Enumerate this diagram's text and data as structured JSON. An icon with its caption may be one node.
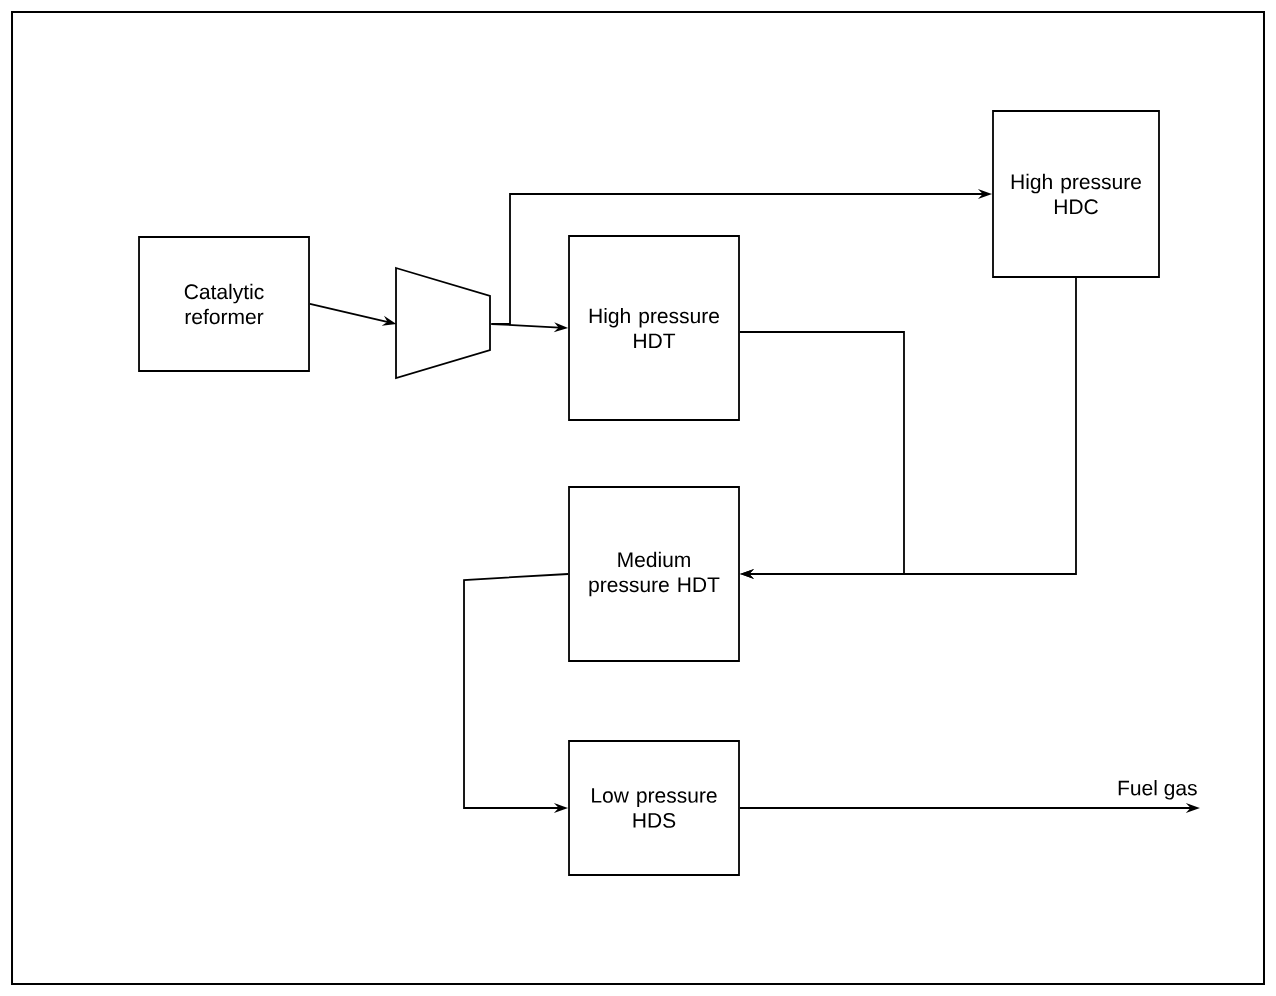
{
  "diagram": {
    "nodes": [
      {
        "text": [
          "Catalytic reformer"
        ]
      },
      {
        "text": [],
        "shape": "trapezoid"
      },
      {
        "text": [
          "High pressure HDT"
        ]
      },
      {
        "text": [
          "High pressure HDC"
        ]
      },
      {
        "text": [
          "Medium pressure HDT"
        ]
      },
      {
        "text": [
          "Low pressure HDS"
        ]
      }
    ],
    "edges": [
      {
        "from": 0,
        "to": 1,
        "arrow": "to"
      },
      {
        "from": 1,
        "to": 2,
        "arrow": "to"
      },
      {
        "from": 1,
        "to": 3,
        "arrow": "to"
      },
      {
        "from": 2,
        "to": 4,
        "arrow": "to"
      },
      {
        "from": 3,
        "to": 4,
        "arrow": "to"
      },
      {
        "from": 4,
        "to": 5,
        "arrow": "to"
      },
      {
        "from": 5,
        "to": null,
        "arrow": "to",
        "label": "Fuel gas"
      }
    ]
  }
}
